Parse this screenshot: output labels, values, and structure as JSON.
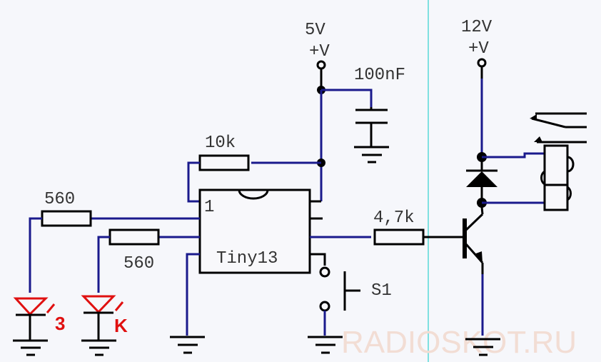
{
  "title": "ATtiny13 relay driver schematic",
  "labels": {
    "supply_5v": "5V",
    "supply_5v_sym": "+V",
    "supply_12v": "12V",
    "supply_12v_sym": "+V",
    "cap": "100nF",
    "r_pullup": "10k",
    "r_led1": "560",
    "r_led2": "560",
    "r_base": "4,7k",
    "ic": "Tiny13",
    "ic_pin1": "1",
    "switch": "S1",
    "led1": "3",
    "led2": "K",
    "watermark": "RADIOSKOT.RU"
  },
  "colors": {
    "wire": "#1a1a8c",
    "led": "#e01010",
    "divider": "#7fe0e0",
    "background": "#f6f7fb"
  }
}
